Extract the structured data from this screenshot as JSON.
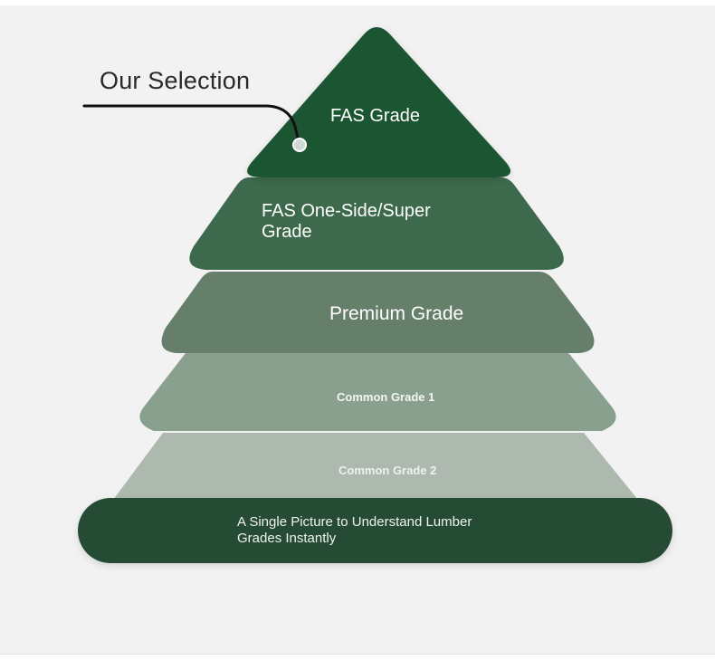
{
  "callout": {
    "label": "Our Selection"
  },
  "tiers": [
    {
      "label": "FAS Grade",
      "color": "#1f5432"
    },
    {
      "label": "FAS One-Side/Super Grade",
      "color": "#3d6a4c"
    },
    {
      "label": "Premium Grade",
      "color": "#657f6b"
    },
    {
      "label": "Common Grade 1",
      "color": "#8aa08f"
    },
    {
      "label": "Common Grade 2",
      "color": "#adb9ae"
    }
  ],
  "banner": {
    "text": "A Single Picture to Understand Lumber Grades Instantly",
    "color": "#284c36"
  },
  "colors": {
    "background": "#f2f2f2",
    "callout_line": "#111111",
    "callout_dot": "#cfd8d2"
  }
}
